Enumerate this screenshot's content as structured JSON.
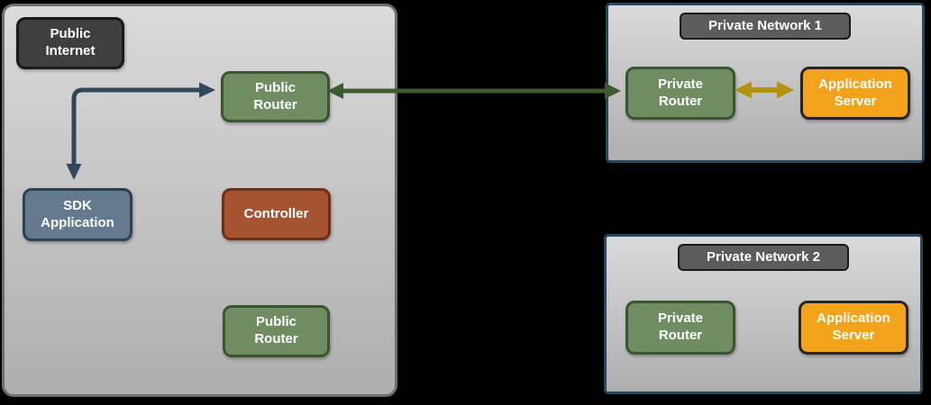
{
  "colors": {
    "canvas-bg": "#000000",
    "zone-fill-top": "#dadada",
    "zone-fill-bottom": "#aeaeae",
    "main-zone-border": "#6e6e6e",
    "network-zone-border": "#27495e",
    "dark-label-fill": "#3f3f3f",
    "network-label-fill": "#5c5c5c",
    "label-border": "#1a1a1a",
    "router-fill": "#6f8d60",
    "router-border": "#3b5530",
    "sdk-fill": "#647a8e",
    "sdk-border": "#2e4052",
    "controller-fill": "#a65332",
    "controller-border": "#6f2f14",
    "server-fill": "#f2a31b",
    "server-border": "#262626",
    "arrow-navy": "#33475a",
    "arrow-green": "#3d5a31",
    "arrow-gold": "#b2930e",
    "text-color": "#ffffff"
  },
  "zones": {
    "public_internet": {
      "label": "Public\nInternet"
    },
    "private_network_1": {
      "title": "Private Network 1"
    },
    "private_network_2": {
      "title": "Private Network 2"
    }
  },
  "nodes": {
    "public_router_top": {
      "label": "Public\nRouter"
    },
    "sdk_application": {
      "label": "SDK\nApplication"
    },
    "controller": {
      "label": "Controller"
    },
    "public_router_bottom": {
      "label": "Public\nRouter"
    },
    "private_router_1": {
      "label": "Private\nRouter"
    },
    "application_server_1": {
      "label": "Application\nServer"
    },
    "private_router_2": {
      "label": "Private\nRouter"
    },
    "application_server_2": {
      "label": "Application\nServer"
    }
  },
  "connections": [
    {
      "from": "sdk_application",
      "to": "public_router_top",
      "direction": "bidirectional",
      "shape": "elbow",
      "color": "#33475a"
    },
    {
      "from": "public_router_top",
      "to": "private_router_1",
      "direction": "bidirectional",
      "shape": "straight",
      "color": "#3d5a31"
    },
    {
      "from": "private_router_1",
      "to": "application_server_1",
      "direction": "bidirectional",
      "shape": "straight",
      "color": "#b2930e"
    }
  ]
}
